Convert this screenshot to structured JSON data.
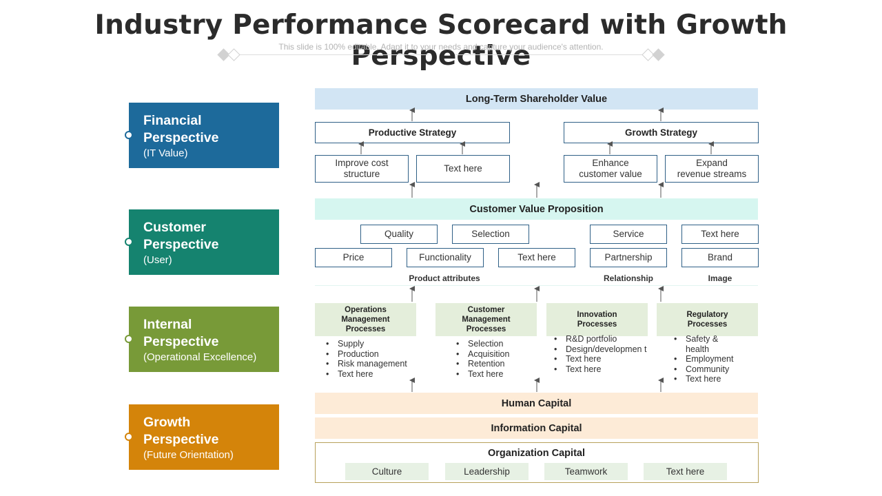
{
  "header": {
    "title": "Industry Performance Scorecard with Growth Perspective",
    "subtitle": "This slide is 100% editable. Adapt it to your needs and capture your audience's attention."
  },
  "perspectives": [
    {
      "title_line1": "Financial",
      "title_line2": "Perspective",
      "subtitle": "(IT Value)",
      "color": "#1d6a9b"
    },
    {
      "title_line1": "Customer",
      "title_line2": "Perspective",
      "subtitle": "(User)",
      "color": "#15836f"
    },
    {
      "title_line1": "Internal",
      "title_line2": "Perspective",
      "subtitle": "(Operational Excellence)",
      "color": "#789a38"
    },
    {
      "title_line1": "Growth",
      "title_line2": "Perspective",
      "subtitle": "(Future Orientation)",
      "color": "#d4840a"
    }
  ],
  "financial": {
    "top": "Long-Term Shareholder Value",
    "productive_strategy": "Productive Strategy",
    "growth_strategy": "Growth Strategy",
    "improve_cost_line1": "Improve  cost",
    "improve_cost_line2": "structure",
    "text_here": "Text here",
    "enhance_line1": "Enhance",
    "enhance_line2": "customer value",
    "expand_line1": "Expand",
    "expand_line2": "revenue  streams"
  },
  "customer": {
    "title": "Customer Value Proposition",
    "row1": [
      "Quality",
      "Selection",
      "Service",
      "Text here"
    ],
    "row2": [
      "Price",
      "Functionality",
      "Text here",
      "Partnership",
      "Brand"
    ],
    "labels": {
      "product": "Product attributes",
      "relationship": "Relationship",
      "image": "Image"
    }
  },
  "internal": {
    "processes": [
      {
        "line1": "Operations",
        "line2": "Management",
        "line3": "Processes",
        "items": [
          "Supply",
          "Production",
          "Risk management",
          "Text here"
        ]
      },
      {
        "line1": "Customer",
        "line2": "Management",
        "line3": "Processes",
        "items": [
          "Selection",
          "Acquisition",
          "Retention",
          "Text here"
        ]
      },
      {
        "line1": "Innovation",
        "line2": "Processes",
        "items": [
          "R&D portfolio",
          "Design/developmen t",
          "Text here",
          "Text here"
        ]
      },
      {
        "line1": "Regulatory",
        "line2": "Processes",
        "items": [
          "Safety & health",
          "Employment",
          "Community",
          "Text here"
        ]
      }
    ]
  },
  "growth": {
    "human_capital": "Human Capital",
    "information_capital": "Information Capital",
    "organization_capital": "Organization Capital",
    "chips": [
      "Culture",
      "Leadership",
      "Teamwork",
      "Text here"
    ]
  },
  "colors": {
    "band_blue": "#d2e5f4",
    "band_teal": "#d6f6f0",
    "band_peach": "#fdebd7",
    "box_border": "#2e5f86",
    "arrow": "#555555"
  }
}
